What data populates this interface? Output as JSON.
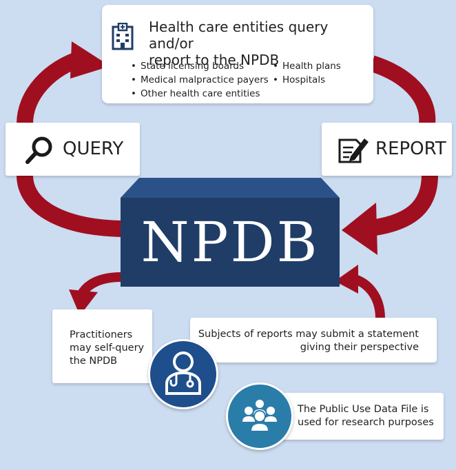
{
  "entities": {
    "title_line1": "Health care entities query and/or",
    "title_line2": "report to the NPDB",
    "bullets_left": [
      "State licensing boards",
      "Medical malpractice payers",
      "Other health care entities"
    ],
    "bullets_right": [
      "Health plans",
      "Hospitals"
    ],
    "icon": "hospital-building-icon"
  },
  "query": {
    "label": "QUERY",
    "icon": "search-icon"
  },
  "report": {
    "label": "REPORT",
    "icon": "report-edit-icon"
  },
  "center": {
    "label": "NPDB"
  },
  "practitioners": {
    "lines": [
      "Practitioners",
      "may self-query",
      "the NPDB"
    ],
    "icon": "doctor-icon"
  },
  "subjects": {
    "lines": [
      "Subjects of reports may submit a statement",
      "giving their perspective"
    ]
  },
  "public_file": {
    "lines": [
      "The Public Use Data File is",
      "used for research purposes"
    ],
    "icon": "group-people-icon"
  },
  "colors": {
    "background": "#ccdcf1",
    "arrow_red": "#a00f1f",
    "npdb_blue": "#1f3d66",
    "doctor_circle": "#1e4e8c",
    "group_circle": "#2a7da8"
  }
}
